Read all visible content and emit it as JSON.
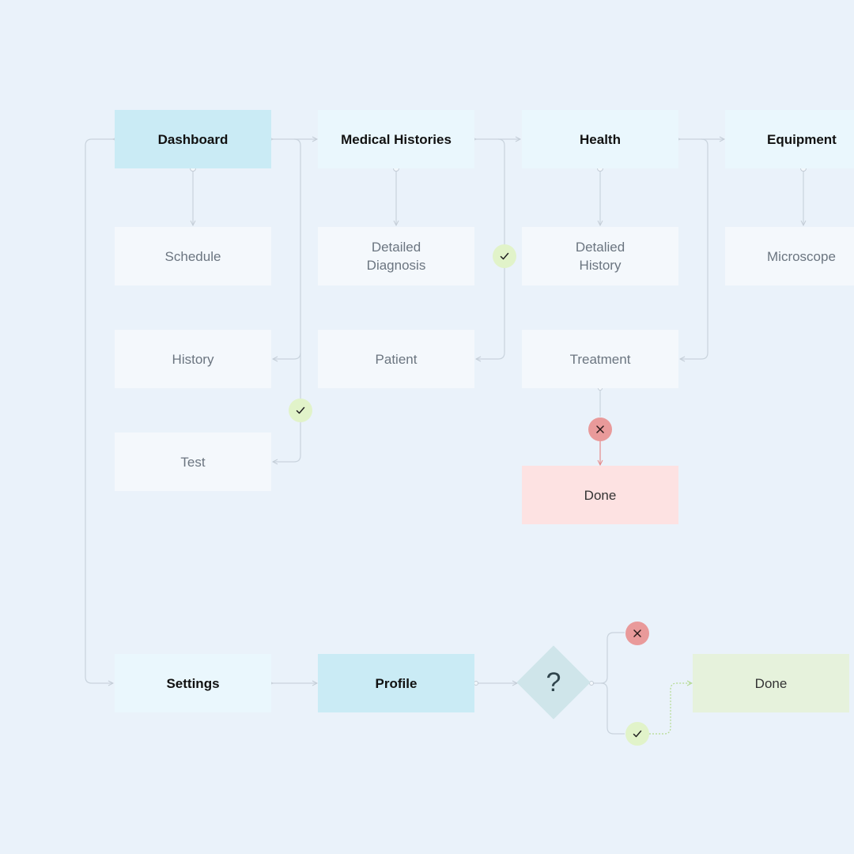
{
  "diagram": {
    "top_nav": {
      "dashboard": "Dashboard",
      "medical_histories": "Medical Histories",
      "health": "Health",
      "equipment": "Equipment"
    },
    "dashboard_children": {
      "schedule": "Schedule",
      "history": "History",
      "test": "Test"
    },
    "medical_histories_children": {
      "detailed_diagnosis": "Detailed\nDiagnosis",
      "patient": "Patient"
    },
    "health_children": {
      "detailed_history": "Detalied\nHistory",
      "treatment": "Treatment",
      "done": "Done"
    },
    "equipment_children": {
      "microscope": "Microscope"
    },
    "bottom_flow": {
      "settings": "Settings",
      "profile": "Profile",
      "decision": "?",
      "done": "Done"
    }
  },
  "colors": {
    "background": "#eaf2fa",
    "primary_node": "#caebf5",
    "header_node": "#eaf7fd",
    "child_node": "#f4f8fc",
    "failure_node": "#fde2e2",
    "success_node": "#e6f2dc",
    "success_badge": "#e1f3c9",
    "failure_badge": "#e99a9a",
    "decision_node": "#cfe5ea",
    "connector": "#c9d3dd"
  },
  "icons": {
    "success": "check-icon",
    "failure": "close-icon"
  }
}
